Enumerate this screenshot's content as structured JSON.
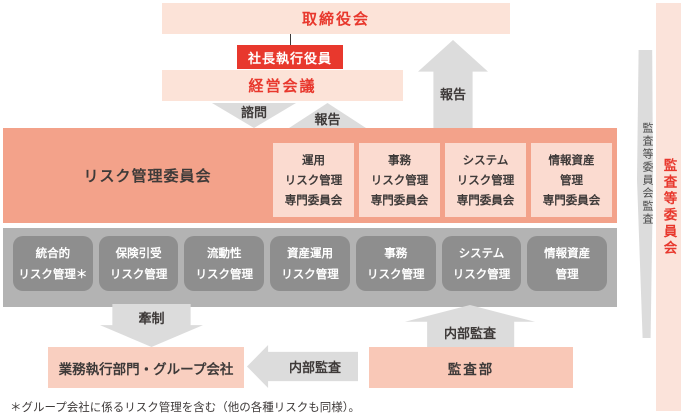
{
  "governance": {
    "board": "取締役会",
    "president": "社長執行役員",
    "management_council": "経営会議"
  },
  "arrows": {
    "consultation": "諮問",
    "report_small": "報告",
    "report_large": "報告",
    "check": "牽制",
    "internal_audit_left": "内部監査",
    "internal_audit_up": "内部監査"
  },
  "risk_committee": {
    "label": "リスク管理委員会",
    "subcommittees": [
      {
        "lines": [
          "運用",
          "リスク管理",
          "専門委員会"
        ]
      },
      {
        "lines": [
          "事務",
          "リスク管理",
          "専門委員会"
        ]
      },
      {
        "lines": [
          "システム",
          "リスク管理",
          "専門委員会"
        ]
      },
      {
        "lines": [
          "情報資産",
          "管理",
          "専門委員会"
        ]
      }
    ]
  },
  "risk_functions": [
    {
      "lines": [
        "統合的",
        "リスク管理＊"
      ]
    },
    {
      "lines": [
        "保険引受",
        "リスク管理"
      ]
    },
    {
      "lines": [
        "流動性",
        "リスク管理"
      ]
    },
    {
      "lines": [
        "資産運用",
        "リスク管理"
      ]
    },
    {
      "lines": [
        "事務",
        "リスク管理"
      ]
    },
    {
      "lines": [
        "システム",
        "リスク管理"
      ]
    },
    {
      "lines": [
        "情報資産",
        "管理"
      ]
    }
  ],
  "bottom": {
    "execution": "業務執行部門・グループ会社",
    "audit_dept": "監査部"
  },
  "audit_committee": {
    "bar_label": "監査等委員会",
    "scope_label": "監査等委員会監査"
  },
  "footnote": "＊グループ会社に係るリスク管理を含む（他の各種リスクも同様）。",
  "colors": {
    "accent_red": "#e8382d",
    "light_pink": "#fce3d8",
    "salmon": "#f3a28a",
    "subcommittee_pink": "#fbdbd0",
    "band_gray": "#b3b3b3",
    "box_gray": "#8e8e8e",
    "arrow_gray": "#dcdcdc",
    "bottom_pink": "#f9cfc0",
    "text_dark": "#3e3a39"
  }
}
